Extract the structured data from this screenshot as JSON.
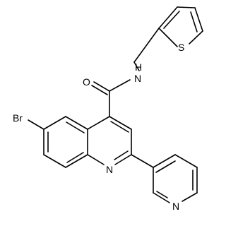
{
  "diagram": {
    "type": "chemical-structure",
    "atoms": {
      "bromine": "Br",
      "amide_oxygen": "O",
      "amide_nitrogen_h": "H",
      "amide_nitrogen": "N",
      "thiophene_sulfur": "S",
      "quinoline_nitrogen": "N",
      "pyridine_nitrogen": "N"
    },
    "colors": {
      "bond": "#000000",
      "label": "#000000",
      "background": "#ffffff"
    }
  }
}
